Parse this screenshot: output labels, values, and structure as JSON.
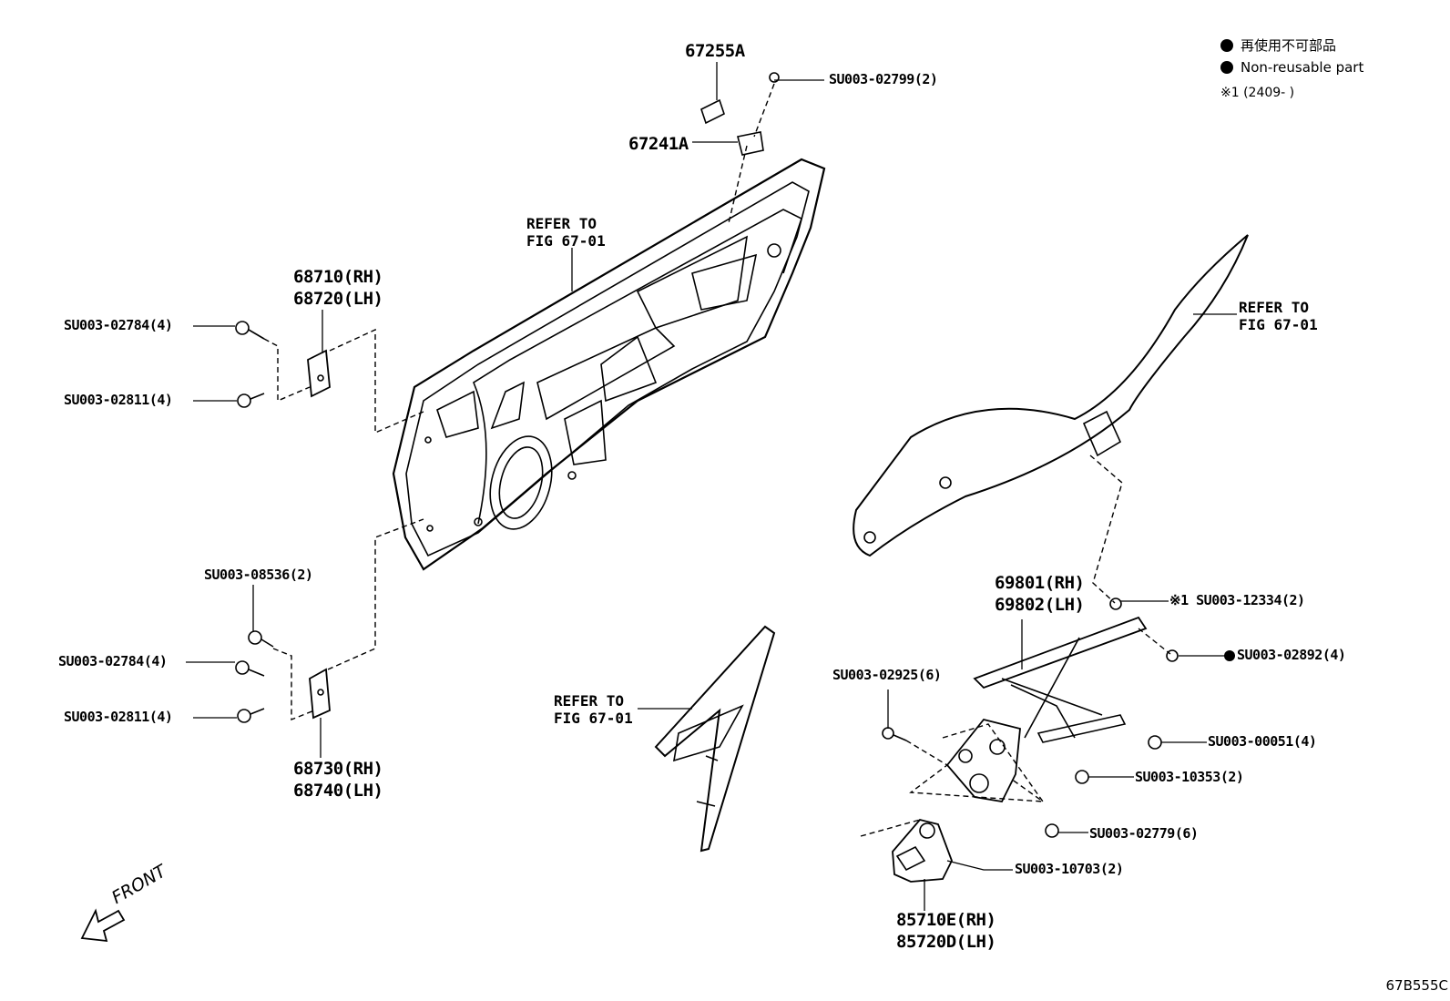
{
  "legend": {
    "row1": "再使用不可部品",
    "row2": "Non-reusable part",
    "note": "※1 (2409-      )"
  },
  "diagram_code": "67B555C",
  "front_label": "FRONT",
  "parts": {
    "p67255a": "67255A",
    "p67241a": "67241A",
    "su02799": "SU003-02799(2)",
    "refer_door_1": "REFER TO",
    "refer_door_2": "FIG 67-01",
    "hinge_upper_rh": "68710(RH)",
    "hinge_upper_lh": "68720(LH)",
    "su02784_a": "SU003-02784(4)",
    "su02811_a": "SU003-02811(4)",
    "su08536": "SU003-08536(2)",
    "su02784_b": "SU003-02784(4)",
    "su02811_b": "SU003-02811(4)",
    "hinge_lower_rh": "68730(RH)",
    "hinge_lower_lh": "68740(LH)",
    "refer_glass_1": "REFER TO",
    "refer_glass_2": "FIG 67-01",
    "refer_run_1": "REFER TO",
    "refer_run_2": "FIG 67-01",
    "regulator_rh": "69801(RH)",
    "regulator_lh": "69802(LH)",
    "su12334": "※1 SU003-12334(2)",
    "su02892": "SU003-02892(4)",
    "su02925": "SU003-02925(6)",
    "su00051": "SU003-00051(4)",
    "su10353": "SU003-10353(2)",
    "su02779": "SU003-02779(6)",
    "su10703": "SU003-10703(2)",
    "motor_rh": "85710E(RH)",
    "motor_lh": "85720D(LH)"
  }
}
